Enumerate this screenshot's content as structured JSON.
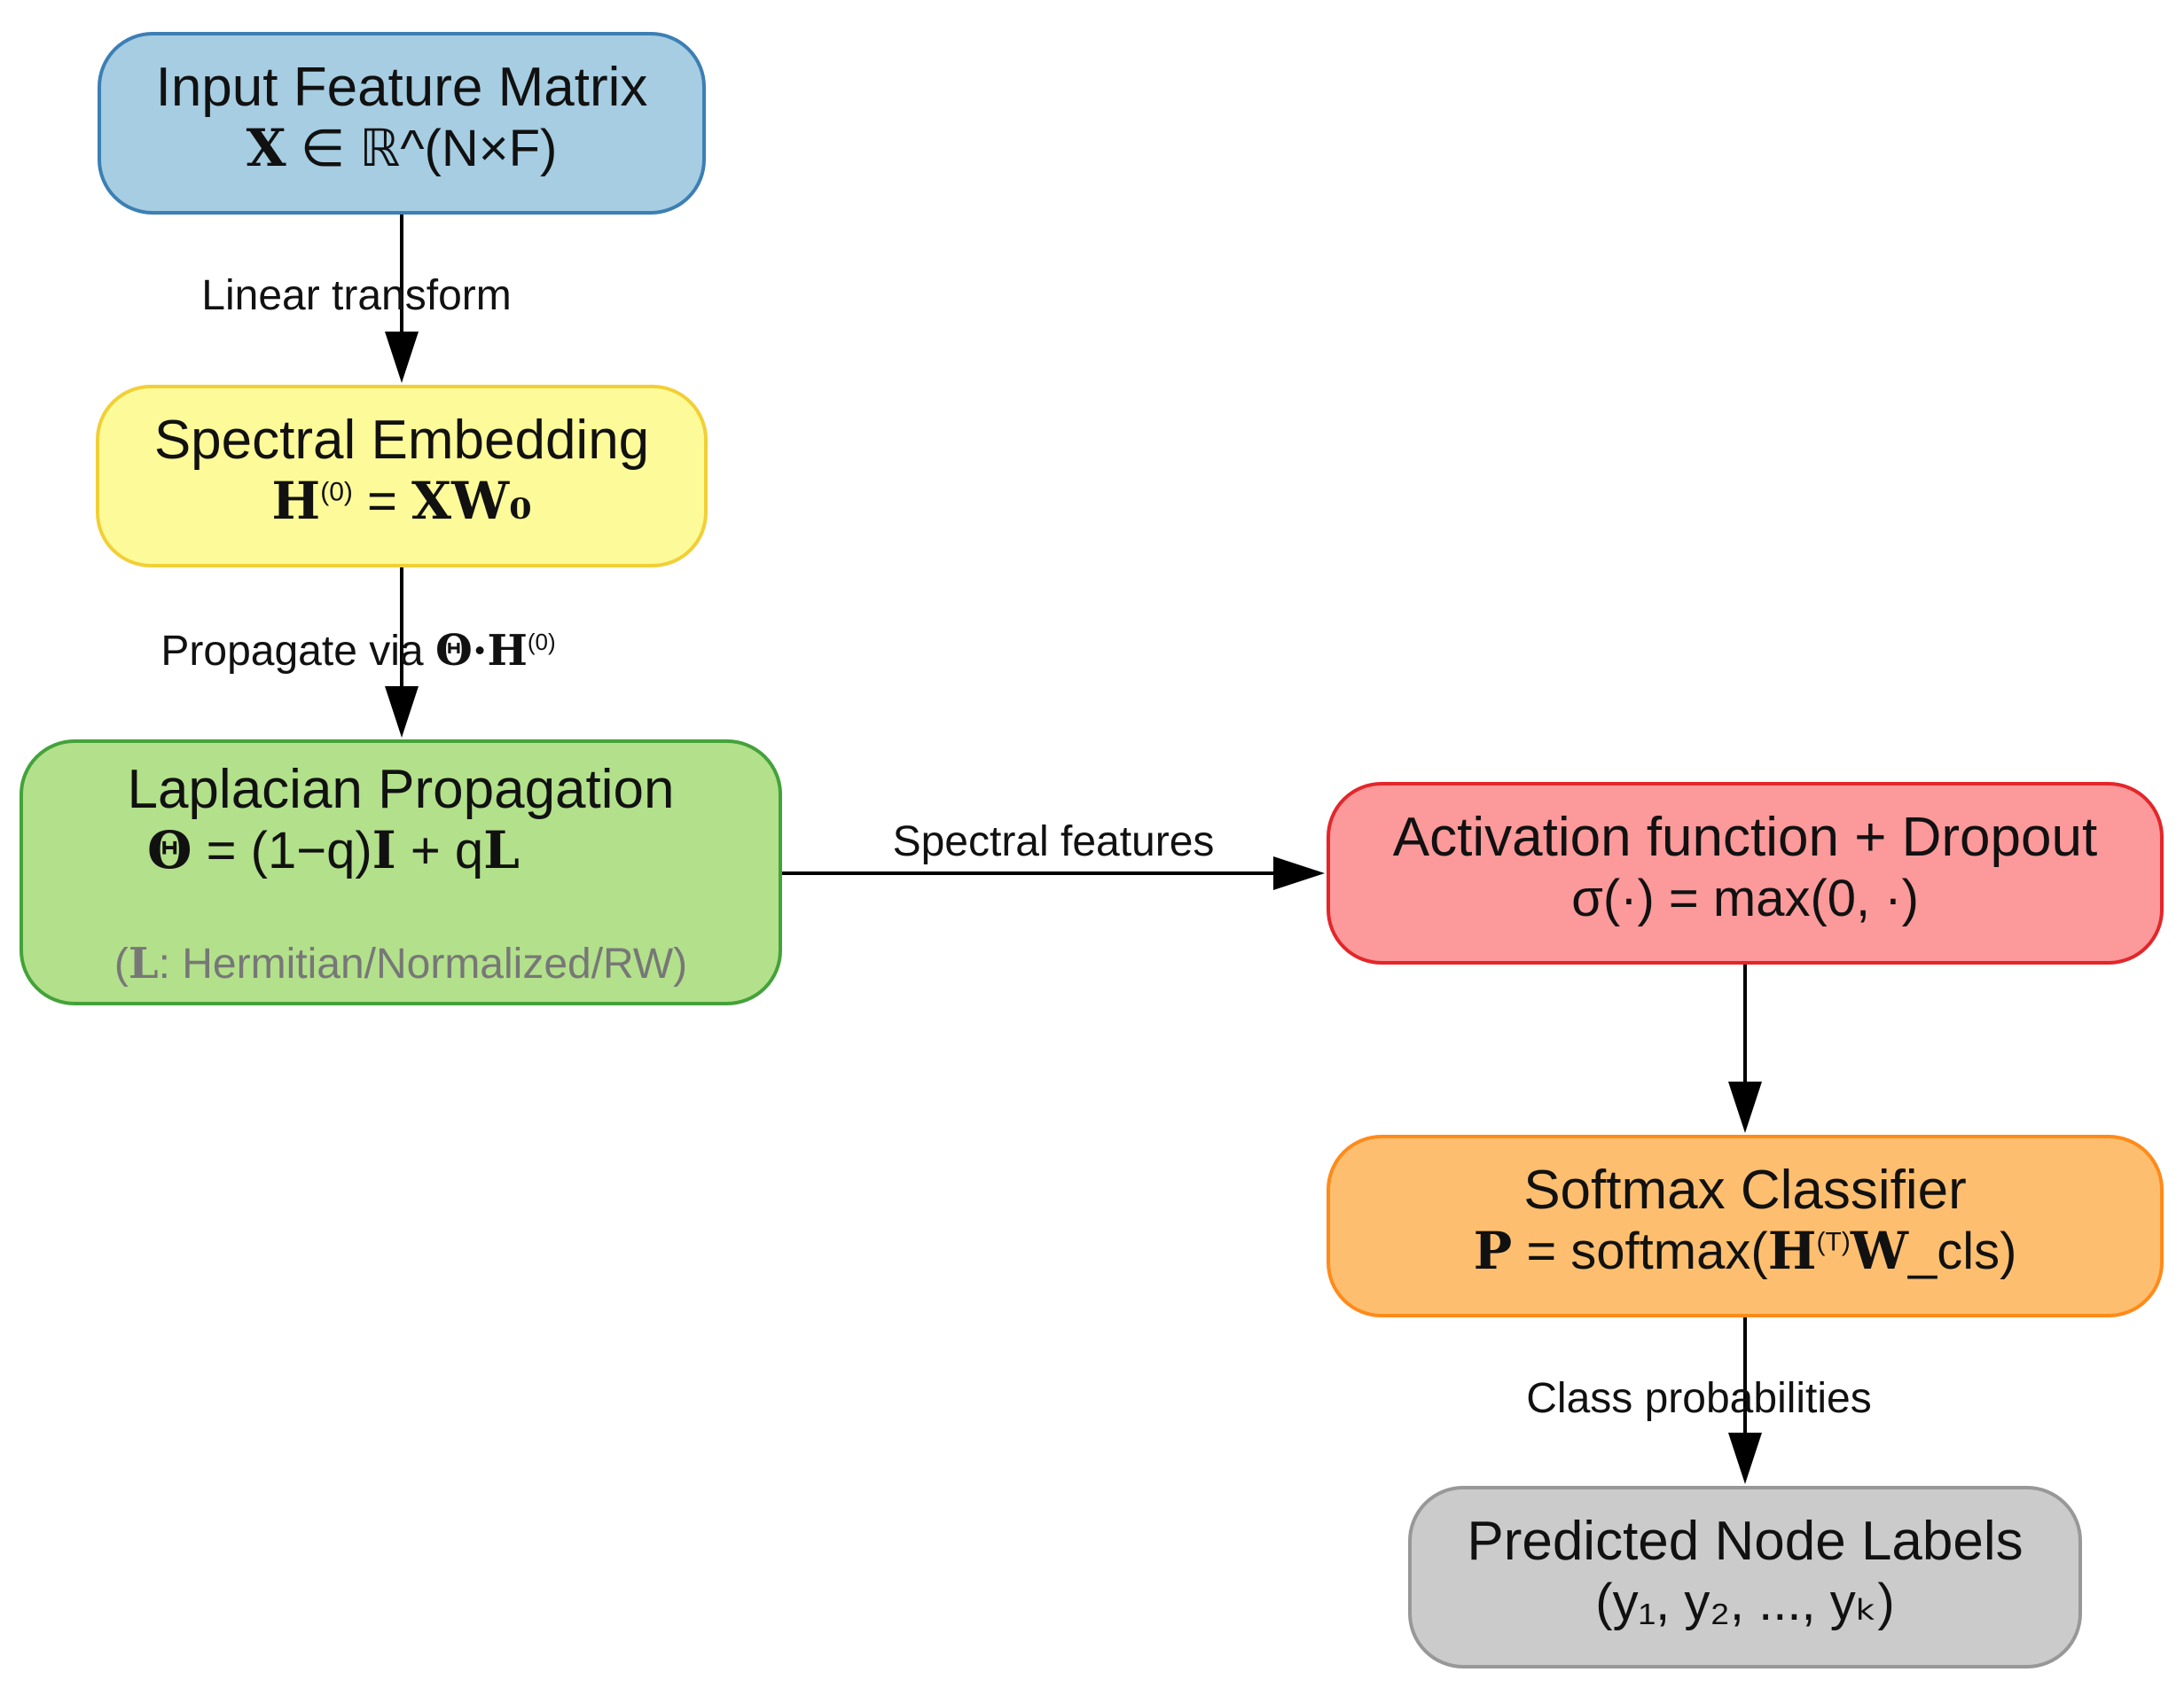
{
  "nodes": {
    "input": {
      "title": "Input Feature Matrix",
      "formula_bold": "X",
      "formula_rest": " ∈ ℝ^(N×F)",
      "color": "#a6cde2"
    },
    "spectral": {
      "title": "Spectral Embedding",
      "formula_h": "H",
      "formula_sup": "(0)",
      "formula_eq": " = ",
      "formula_rhs": "XW₀",
      "color": "#fdfb99"
    },
    "laplacian": {
      "title": "Laplacian Propagation",
      "theta": "Θ",
      "eq": " = (1−q)",
      "identity": "I",
      "plus_q": " + q",
      "l": "L",
      "note_l": "L",
      "note_rest": ": Hermitian/Normalized/RW)",
      "note_open": "(",
      "color": "#b3e08b"
    },
    "activation": {
      "title": "Activation function + Dropout",
      "formula": "σ(·) = max(0, ·)",
      "color": "#fc999a"
    },
    "softmax": {
      "title": "Softmax Classifier",
      "p": "P",
      "eq": " = softmax(",
      "h": "H",
      "sup": "(T)",
      "w": "W",
      "tail": "_cls)",
      "color": "#fdbf6f"
    },
    "predicted": {
      "title": "Predicted Node Labels",
      "formula": "(y₁, y₂, ..., yₖ)",
      "color": "#cbcbcb"
    }
  },
  "edges": {
    "linear_transform": "Linear transform",
    "propagate_prefix": "Propagate via ",
    "propagate_theta_h": "Θ·H",
    "propagate_sup": "(0)",
    "spectral_features": "Spectral features",
    "class_probabilities": "Class probabilities"
  }
}
